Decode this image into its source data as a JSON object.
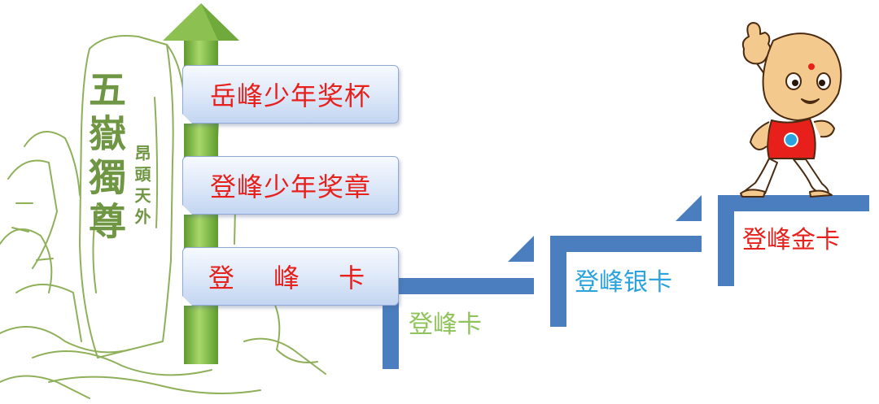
{
  "diagram": {
    "tiers": [
      {
        "label": "岳峰少年奖杯"
      },
      {
        "label": "登峰少年奖章"
      },
      {
        "label": "登 峰 卡"
      }
    ],
    "steps": [
      {
        "label": "登峰卡",
        "color": "#8fc45a"
      },
      {
        "label": "登峰银卡",
        "color": "#2aa3de"
      },
      {
        "label": "登峰金卡",
        "color": "#e8201c"
      }
    ],
    "rock": {
      "inscription": "五嶽獨尊",
      "side_inscription": "昂頭天外"
    },
    "colors": {
      "tier_text": "#e8201c",
      "arrow": "#8cc152",
      "stairs": "#4a7ebf",
      "rock_line": "#8fb05a"
    },
    "mascot": "cartoon-boy-mascot-icon"
  }
}
